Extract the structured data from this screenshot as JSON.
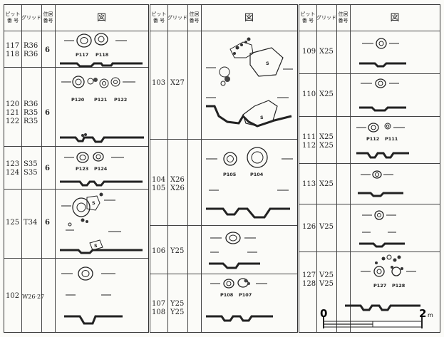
{
  "headers": {
    "pit": "ピット\n番 号",
    "grid": "グリッド",
    "dwelling": "住居\n番号",
    "figure": "図"
  },
  "col1": [
    {
      "pits": "117\n118",
      "grids": "R36\nR36",
      "dwelling": "6",
      "labels": [
        "P117",
        "P118"
      ]
    },
    {
      "pits": "120\n121\n122",
      "grids": "R36\nR35\nR35",
      "dwelling": "6",
      "labels": [
        "P120",
        "P121",
        "P122"
      ]
    },
    {
      "pits": "123\n124",
      "grids": "S35\nS35",
      "dwelling": "6",
      "labels": [
        "P123",
        "P124"
      ]
    },
    {
      "pits": "125",
      "grids": "T34",
      "dwelling": "6",
      "labels": [
        "S",
        "S"
      ]
    },
    {
      "pits": "102",
      "grids": "W26·27",
      "dwelling": "",
      "labels": []
    }
  ],
  "col2": [
    {
      "pits": "103",
      "grids": "X27",
      "labels": [
        "S",
        "S"
      ]
    },
    {
      "pits": "104\n105",
      "grids": "X26\nX26",
      "labels": [
        "P105",
        "P104"
      ]
    },
    {
      "pits": "106",
      "grids": "Y25",
      "labels": []
    },
    {
      "pits": "107\n108",
      "grids": "Y25\nY25",
      "labels": [
        "P108",
        "P107"
      ]
    }
  ],
  "col3": [
    {
      "pits": "109",
      "grids": "X25",
      "labels": []
    },
    {
      "pits": "110",
      "grids": "X25",
      "labels": []
    },
    {
      "pits": "111\n112",
      "grids": "X25\nX25",
      "labels": [
        "P112",
        "P111"
      ]
    },
    {
      "pits": "113",
      "grids": "X25",
      "labels": []
    },
    {
      "pits": "126",
      "grids": "V25",
      "labels": []
    },
    {
      "pits": "127\n128",
      "grids": "V25\nV25",
      "labels": [
        "P127",
        "P128"
      ]
    }
  ],
  "scale": {
    "start": "0",
    "end": "2",
    "unit": "m"
  }
}
